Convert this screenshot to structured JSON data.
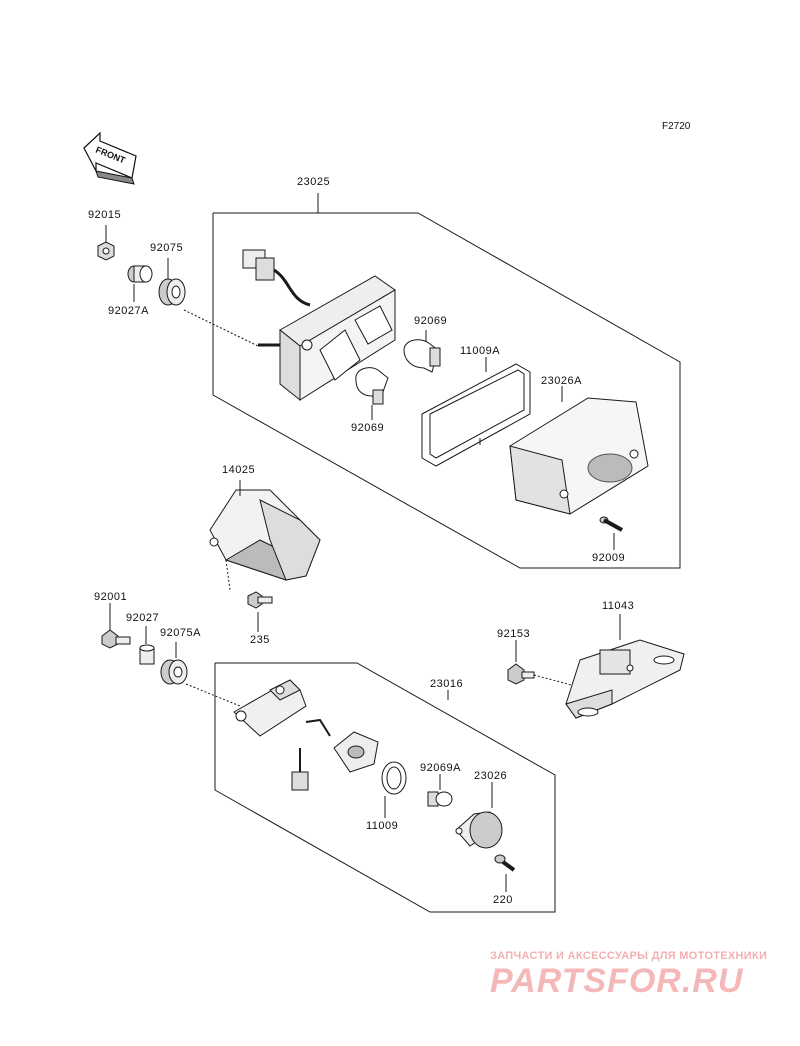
{
  "figure_code": "F2720",
  "front_arrow_text": "FRONT",
  "labels": {
    "l23025": "23025",
    "l92015": "92015",
    "l92075": "92075",
    "l92027A": "92027A",
    "l92069a": "92069",
    "l11009A": "11009A",
    "l23026A": "23026A",
    "l92069b": "92069",
    "l14025": "14025",
    "l92009": "92009",
    "l92001": "92001",
    "l92027": "92027",
    "l92075A": "92075A",
    "l235": "235",
    "l11043": "11043",
    "l92153": "92153",
    "l23016": "23016",
    "l92069A": "92069A",
    "l23026": "23026",
    "l11009": "11009",
    "l220": "220"
  },
  "watermark": {
    "tagline": "ЗАПЧАСТИ И АКСЕССУАРЫ ДЛЯ МОТОТЕХНИКИ",
    "logo": "PARTSFOR.RU"
  }
}
